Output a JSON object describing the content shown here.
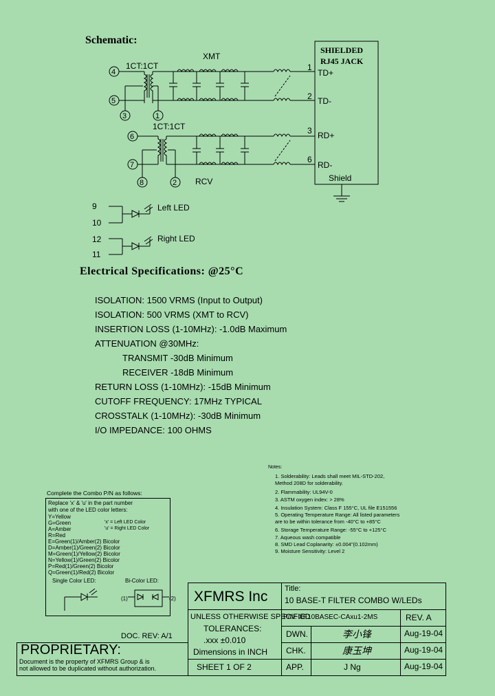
{
  "schematic": {
    "title": "Schematic:",
    "jack_title_1": "SHIELDED",
    "jack_title_2": "RJ45 JACK",
    "xmt_label": "XMT",
    "rcv_label": "RCV",
    "ct_top": "1CT:1CT",
    "ct_bottom": "1CT:1CT",
    "pin_4": "4",
    "pin_5": "5",
    "pin_3": "3",
    "pin_1": "1",
    "pin_6": "6",
    "pin_7": "7",
    "pin_8": "8",
    "pin_2": "2",
    "jack_pin_1": "1",
    "jack_pin_2": "2",
    "jack_pin_3": "3",
    "jack_pin_6": "6",
    "td_plus": "TD+",
    "td_minus": "TD-",
    "rd_plus": "RD+",
    "rd_minus": "RD-",
    "shield": "Shield",
    "led_pin_9": "9",
    "led_pin_10": "10",
    "led_pin_12": "12",
    "led_pin_11": "11",
    "left_led": "Left LED",
    "right_led": "Right LED"
  },
  "electrical": {
    "title": "Electrical   Specifications: @25°C",
    "specs": [
      "ISOLATION:  1500 VRMS (Input to Output)",
      "ISOLATION:  500 VRMS (XMT to RCV)",
      "INSERTION LOSS (1-10MHz): -1.0dB Maximum",
      "ATTENUATION @30MHz:",
      "TRANSMIT      -30dB Minimum",
      "RECEIVER      -18dB Minimum",
      "RETURN LOSS (1-10MHz): -15dB Minimum",
      "CUTOFF FREQUENCY: 17MHz TYPICAL",
      "CROSSTALK (1-10MHz): -30dB Minimum",
      "I/O IMPEDANCE:  100 OHMS"
    ]
  },
  "notes": {
    "heading": "Notes:",
    "items": [
      "1. Solderability: Leads shall meet MIL-STD-202,",
      "    Method 208D for solderability.",
      "2. Flammability: UL94V-0",
      "3. ASTM oxygen index: > 28%",
      "4. Insulation System: Class F 155°C, UL file E151556",
      "5. Operating Temperature Range: All listed parameters",
      "    are to be within tolerance from -40°C to +85°C",
      "6. Storage Temperature Range: -55°C to +125°C",
      "7. Aqueous wash compatible",
      "8. SMD Lead Coplanarity: ±0.004\"(0.102mm)",
      "9. Moisture Sensitivity: Level 2"
    ]
  },
  "combo": {
    "heading": "Complete the Combo P/N as follows:",
    "lines": [
      "Replace 'x' & 'u' in the part number",
      "with one of the LED color letters:",
      "Y=Yellow",
      "G=Green",
      "A=Amber",
      "R=Red",
      "E=Green(1)/Amber(2) Bicolor",
      "D=Amber(1)/Green(2) Bicolor",
      "M=Green(1)/Yellow(2) Bicolor",
      "N=Yellow(1)/Green(2) Bicolor",
      "P=Red(1)/Green(2) Bicolor",
      "Q=Green(1)/Red(2) Bicolor"
    ],
    "x_note": "'x' = Left LED Color",
    "u_note": "'u' = Right LED Color",
    "single_color": "Single Color LED:",
    "bi_color": "Bi-Color LED:",
    "bi_1": "(1)",
    "bi_2": "(2)"
  },
  "title_block": {
    "doc_rev": "DOC. REV: A/1",
    "company": "XFMRS Inc",
    "title_label": "Title:",
    "title": "10 BASE-T FILTER COMBO W/LEDs",
    "unless": "UNLESS OTHERWISE SPECIFIED",
    "pn": "P/N: XF10BASEC-CAxu1-2MS",
    "rev": "REV. A",
    "tolerances": "TOLERANCES:",
    "tol_value": ".xxx  ±0.010",
    "dimensions": "Dimensions in INCH",
    "dwn": "DWN.",
    "dwn_sig": "李小锋",
    "dwn_date": "Aug-19-04",
    "chk": "CHK.",
    "chk_sig": "康玉坤",
    "chk_date": "Aug-19-04",
    "app": "APP.",
    "app_sig": "J Ng",
    "app_date": "Aug-19-04",
    "sheet": "SHEET  1  OF  2",
    "proprietary": "PROPRIETARY:",
    "prop_line1": "Document is the property of XFMRS Group & is",
    "prop_line2": "not allowed to be duplicated without authorization."
  }
}
